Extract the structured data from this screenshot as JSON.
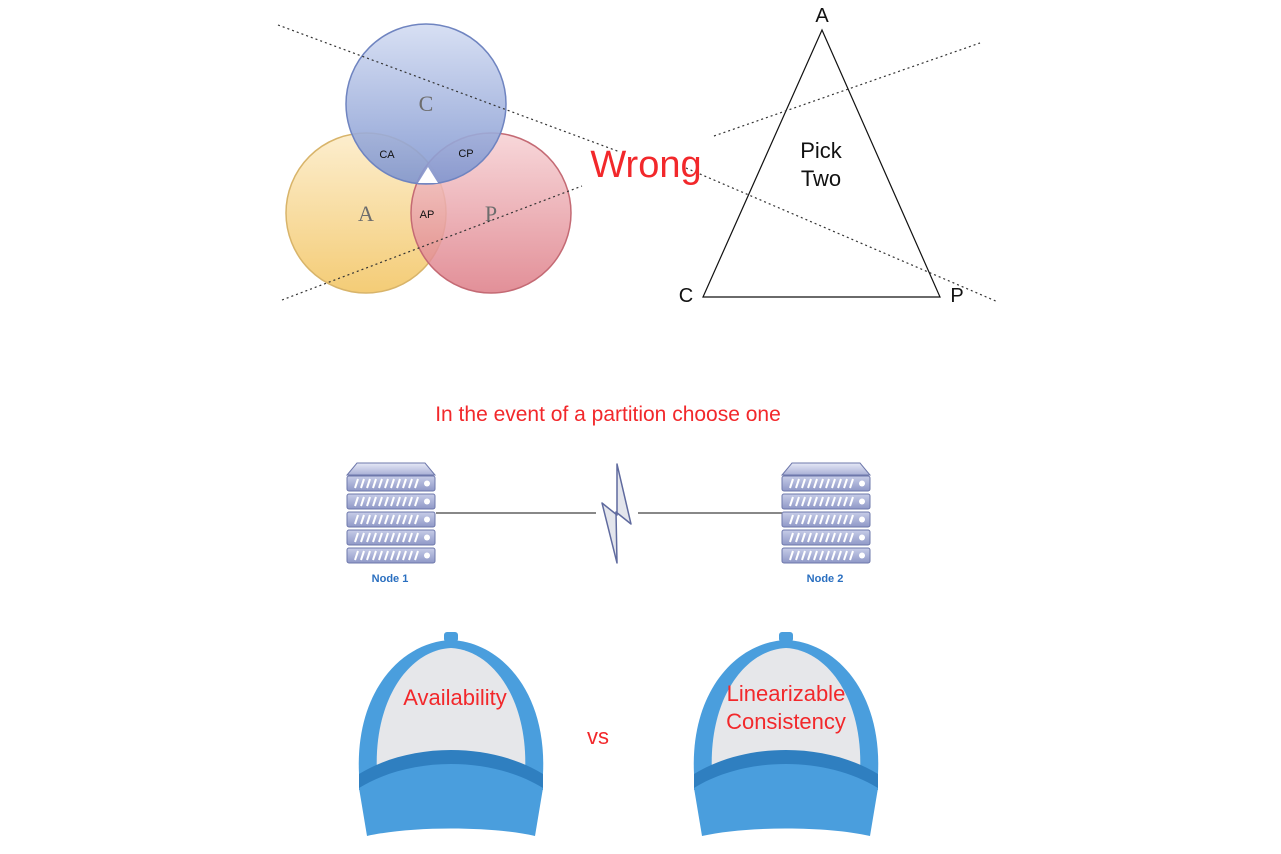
{
  "venn": {
    "labels": {
      "c": "C",
      "a": "A",
      "p": "P"
    },
    "intersections": {
      "ca": "CA",
      "cp": "CP",
      "ap": "AP"
    },
    "colors": {
      "c": "#8ea2d6",
      "a": "#f5c96b",
      "p": "#e3868e"
    }
  },
  "wrong_label": "Wrong",
  "triangle": {
    "vertex_a": "A",
    "vertex_c": "C",
    "vertex_p": "P",
    "caption_line1": "Pick",
    "caption_line2": "Two"
  },
  "partition": {
    "heading": "In the event of a partition choose one",
    "node1": "Node 1",
    "node2": "Node 2"
  },
  "hats": {
    "left_line1": "Availability",
    "right_line1": "Linearizable",
    "right_line2": "Consistency",
    "vs": "vs",
    "brim_color": "#4a9edd",
    "crown_color": "#e6e7ea"
  },
  "accent_color": "#f2282b"
}
